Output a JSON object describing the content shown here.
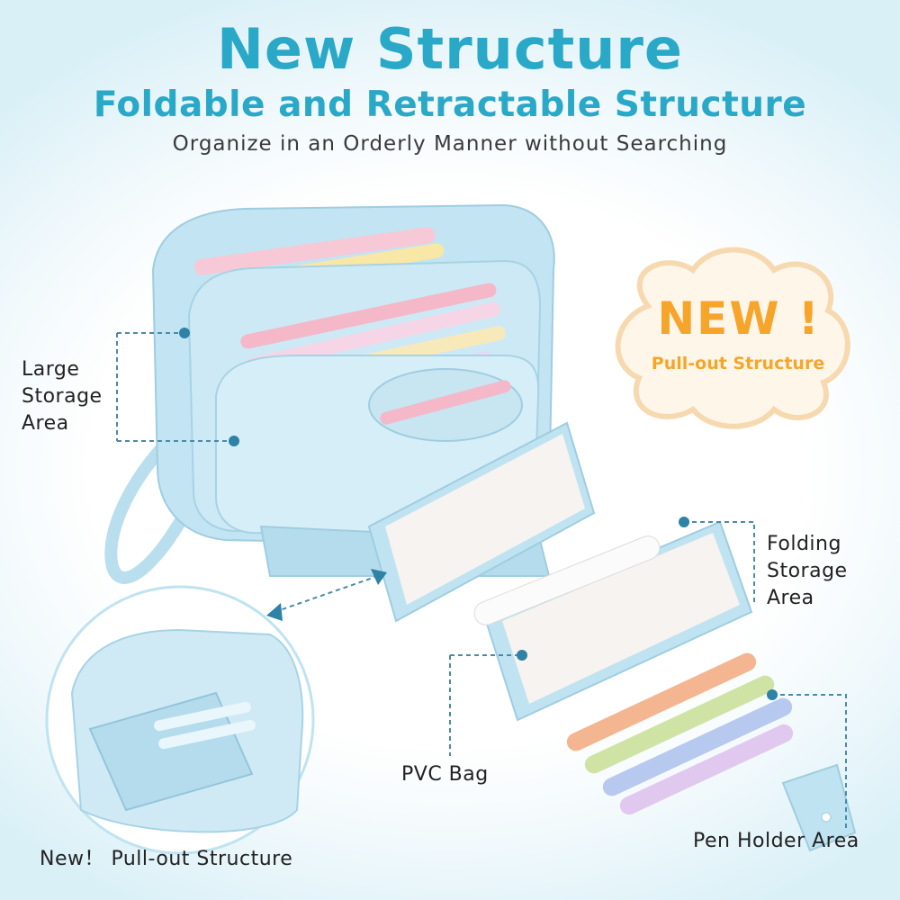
{
  "heading": {
    "title": "New Structure",
    "subtitle": "Foldable and Retractable Structure",
    "tagline": "Organize in an Orderly Manner without Searching"
  },
  "badge": {
    "headline": "NEW !",
    "caption": "Pull-out Structure"
  },
  "callouts": {
    "large_storage": [
      "Large",
      "Storage",
      "Area"
    ],
    "folding_storage": [
      "Folding",
      "Storage",
      "Area"
    ],
    "pvc_bag": "PVC Bag",
    "pen_holder": "Pen Holder Area",
    "inset_caption": "New！ Pull-out Structure"
  },
  "colors": {
    "accent_blue": "#2aa8c8",
    "badge_orange": "#f6a52a",
    "case_blue": "#bfe3f1"
  }
}
